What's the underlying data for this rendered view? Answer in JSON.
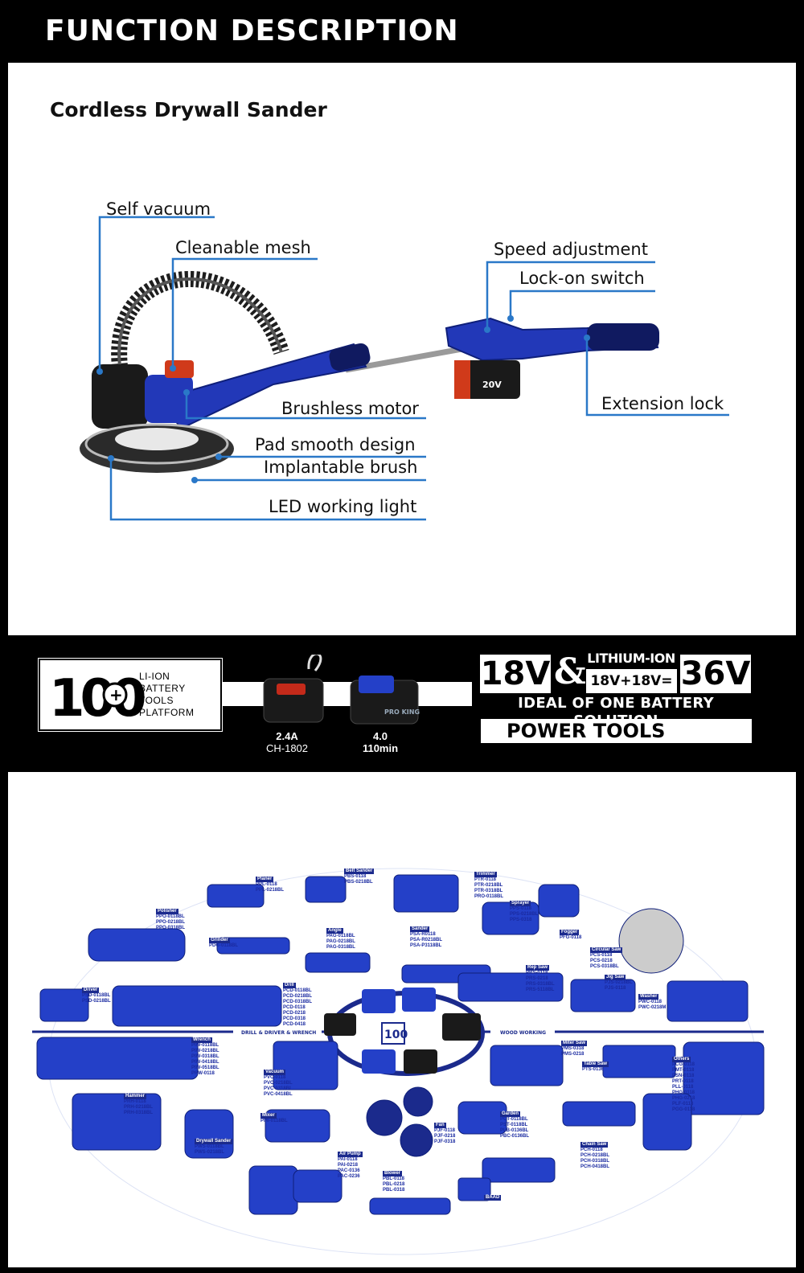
{
  "header": {
    "title": "FUNCTION DESCRIPTION"
  },
  "product": {
    "subtitle": "Cordless Drywall Sander",
    "battery_label": "20V",
    "callouts": {
      "self_vacuum": "Self vacuum",
      "cleanable_mesh": "Cleanable mesh",
      "speed_adjustment": "Speed adjustment",
      "lock_on_switch": "Lock-on switch",
      "brushless_motor": "Brushless motor",
      "extension_lock": "Extension lock",
      "pad_smooth_design": "Pad smooth design",
      "implantable_brush": "Implantable brush",
      "led_working_light": "LED working light"
    }
  },
  "platform": {
    "badge_number": "100",
    "badge_lines": [
      "LI-ION",
      "BATTERY",
      "TOOLS",
      "PLATFORM"
    ],
    "charger": {
      "rating": "2.4A",
      "model": "CH-1802"
    },
    "battery": {
      "capacity": "4.0",
      "time": "110min",
      "brand": "PRO KING"
    },
    "volt_18": "18V",
    "ampersand": "&",
    "lithium_ion": "LITHIUM-ION",
    "volt_sum": "18V+18V=",
    "volt_36": "36V",
    "ideal": "IDEAL OF ONE BATTERY SOLUTION",
    "power_tools": "POWER TOOLS"
  },
  "catalog": {
    "center_logo": "100",
    "section_left": "DRILL & DRIVER & WRENCH",
    "section_right": "WOOD WORKING",
    "groups": [
      {
        "name": "Planer",
        "models": [
          "PPL-0118",
          "PPL-0218BL"
        ]
      },
      {
        "name": "Belt Sander",
        "models": [
          "PBS-0118",
          "PBS-0218BL"
        ]
      },
      {
        "name": "Trimmer",
        "models": [
          "PTR-0118",
          "PTR-0218BL",
          "PTR-0318BL",
          "PRO-0118BL"
        ]
      },
      {
        "name": "Polisher",
        "models": [
          "PPO-0118BL",
          "PPO-0218BL",
          "PPO-0318BL"
        ]
      },
      {
        "name": "Sprayer",
        "models": [
          "PPS-0118",
          "PPS-0218BL",
          "PPS-0318"
        ]
      },
      {
        "name": "Fogger",
        "models": [
          "PFG-0118"
        ]
      },
      {
        "name": "Grinder",
        "models": [
          "PDG-0118BL"
        ]
      },
      {
        "name": "Angle",
        "models": [
          "PAG-0118BL",
          "PAG-0218BL",
          "PAG-0318BL"
        ]
      },
      {
        "name": "Sander",
        "models": [
          "PSA-R0118",
          "PSA-R0218BL",
          "PSA-P3118BL"
        ]
      },
      {
        "name": "Circular Saw",
        "models": [
          "PCS-0118",
          "PCS-0218",
          "PCS-0318BL"
        ]
      },
      {
        "name": "Driver",
        "models": [
          "PSD-0118BL",
          "PSD-0218BL"
        ]
      },
      {
        "name": "Drill",
        "models": [
          "PCD-0118BL",
          "PCD-0218BL",
          "PCD-0318BL",
          "PCD-0118",
          "PCD-0218",
          "PCD-0318",
          "PCD-0418"
        ]
      },
      {
        "name": "Rep Saw",
        "models": [
          "PRS-0118",
          "PRS-0218",
          "PRS-0318BL",
          "PRS-5118BL"
        ]
      },
      {
        "name": "Jig Saw",
        "models": [
          "PJS-0218BL",
          "PJS-0118"
        ]
      },
      {
        "name": "Washer",
        "models": [
          "PWC-0118",
          "PWC-0218M"
        ]
      },
      {
        "name": "Wrench",
        "models": [
          "PIW-0118BL",
          "PIW-0218BL",
          "PIW-0318BL",
          "PIW-0418BL",
          "PIW-0518BL",
          "PRW-0118"
        ]
      },
      {
        "name": "Vacuum",
        "models": [
          "PVC-0118",
          "PVC-0218BL",
          "PVC-0318BL",
          "PVC-0418BL"
        ]
      },
      {
        "name": "Miter Saw",
        "models": [
          "PMS-0318",
          "PMS-0218"
        ]
      },
      {
        "name": "Table Saw",
        "models": [
          "PTS-0136"
        ]
      },
      {
        "name": "Others",
        "models": [
          "PCG-0118",
          "PMT-0118",
          "PSN-0118",
          "PRT-0118",
          "PLL-0118",
          "PHG-0118",
          "PHG-0218",
          "PLF-0118",
          "PGG-0118"
        ]
      },
      {
        "name": "Hammer",
        "models": [
          "PRH-0118",
          "PRH-0218BL",
          "PRH-0318BL"
        ]
      },
      {
        "name": "Mixer",
        "models": [
          "PMI-0118BL"
        ]
      },
      {
        "name": "Garden",
        "models": [
          "PCT-0118BL",
          "PST-0118BL",
          "PLB-0136BL",
          "PBC-0136BL"
        ]
      },
      {
        "name": "Fan",
        "models": [
          "PJF-0118",
          "PJF-0218",
          "PJF-0318"
        ]
      },
      {
        "name": "Drywall Sander",
        "models": [
          "PWS-0118BL",
          "PWS-0218BL"
        ]
      },
      {
        "name": "Air Pump",
        "models": [
          "PAI-0118",
          "PAI-0218",
          "PAC-0136",
          "PAC-0236"
        ]
      },
      {
        "name": "Chain Saw",
        "models": [
          "PCH-0118",
          "PCH-0218BL",
          "PCH-0318BL",
          "PCH-0418BL"
        ]
      },
      {
        "name": "Blower",
        "models": [
          "PBL-0118",
          "PBL-0218",
          "PBL-0318"
        ]
      },
      {
        "name": "BAAD",
        "models": []
      }
    ]
  }
}
